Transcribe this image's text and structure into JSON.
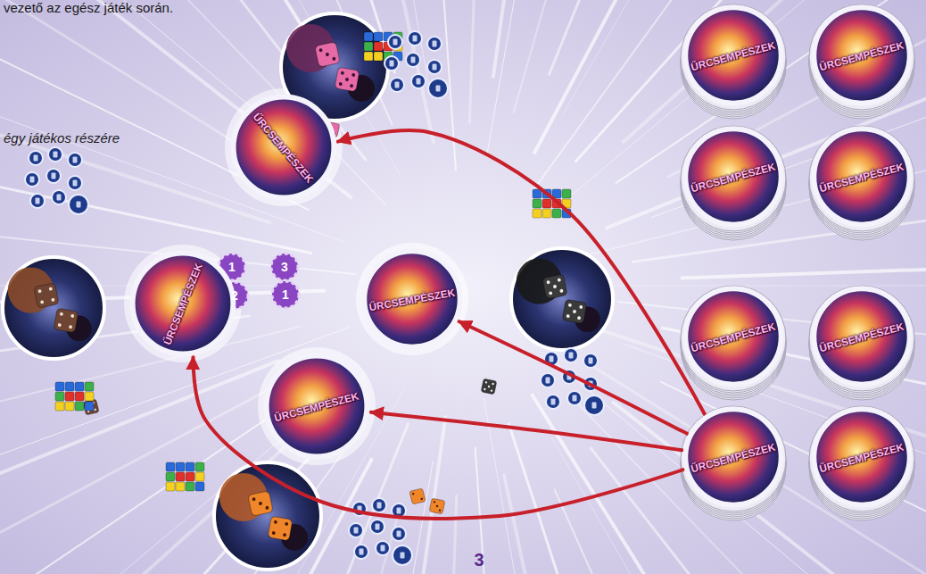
{
  "diagram": {
    "nodes": [
      {
        "text": [
          "ŰRCSEMPÉSZEK"
        ]
      },
      {
        "text": [
          "ŰRCSEMPÉSZEK"
        ]
      },
      {
        "text": [
          "ŰRCSEMPÉSZEK"
        ]
      },
      {
        "text": [
          "ŰRCSEMPÉSZEK"
        ]
      },
      {
        "text": [
          "ŰRCSEMPÉSZEK"
        ]
      },
      {
        "text": [
          "ŰRCSEMPÉSZEK"
        ]
      },
      {
        "text": [
          "ŰRCSEMPÉSZEK"
        ]
      },
      {
        "text": [
          "ŰRCSEMPÉSZEK"
        ]
      },
      {
        "text": [
          "ŰRCSEMPÉSZEK"
        ]
      },
      {
        "text": [
          "ŰRCSEMPÉSZEK"
        ]
      },
      {
        "text": [
          "ŰRCSEMPÉSZEK"
        ]
      },
      {
        "text": [
          "ŰRCSEMPÉSZEK"
        ]
      }
    ],
    "edges": [
      {
        "from": 10,
        "to": 0,
        "arrow": "to"
      },
      {
        "from": 10,
        "to": 2,
        "arrow": "to"
      },
      {
        "from": 10,
        "to": 3,
        "arrow": "to"
      },
      {
        "from": 10,
        "to": 1,
        "arrow": "to"
      }
    ],
    "labels": [
      "vezető az egész játék során.",
      "égy játékos részére",
      "1",
      "3",
      "2",
      "1",
      "3"
    ]
  }
}
